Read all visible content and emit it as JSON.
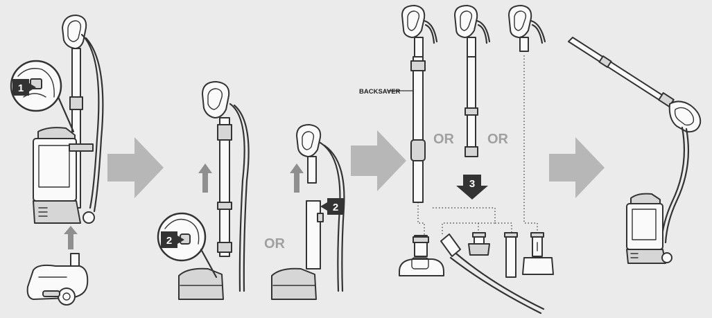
{
  "steps": {
    "step1": "1",
    "step2": "2",
    "step3": "3"
  },
  "or_label": "OR",
  "backsaver_label": "BACKSAVER"
}
